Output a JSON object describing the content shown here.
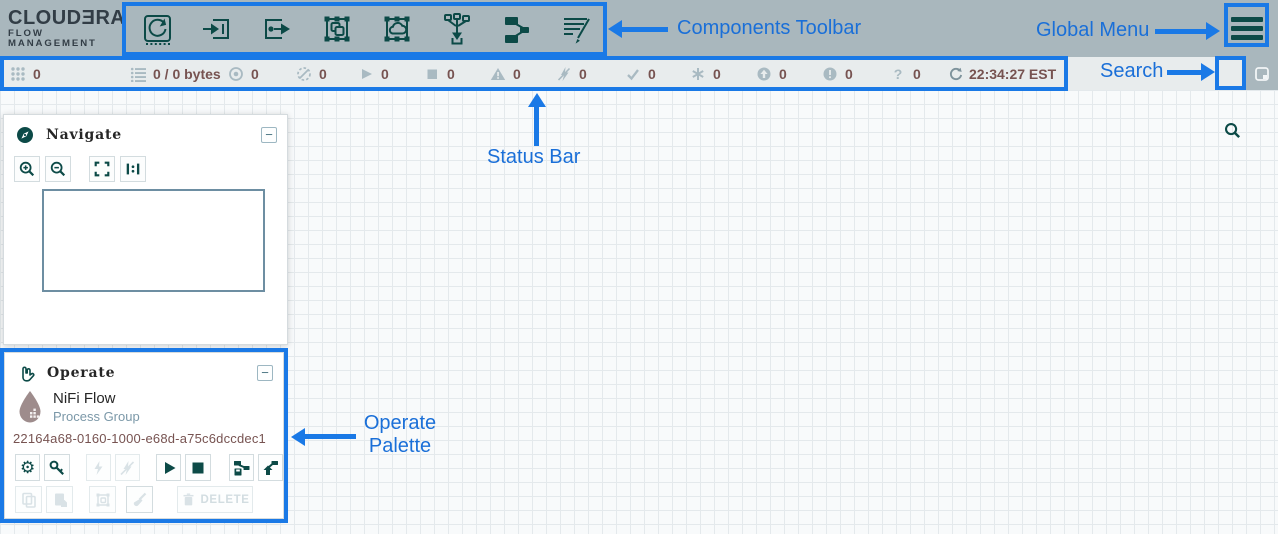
{
  "header": {
    "brand": {
      "line1": "CLOUDƎRA",
      "line2": "FLOW MANAGEMENT"
    },
    "toolbar_components": [
      "processor",
      "input-port",
      "output-port",
      "process-group",
      "remote-process-group",
      "funnel",
      "template",
      "label"
    ]
  },
  "status_bar": {
    "items": [
      {
        "icon": "active-threads",
        "value": "0"
      },
      {
        "icon": "queued",
        "value": "0 / 0 bytes"
      },
      {
        "icon": "transmitting-remote",
        "value": "0"
      },
      {
        "icon": "not-transmitting-remote",
        "value": "0"
      },
      {
        "icon": "running",
        "value": "0"
      },
      {
        "icon": "stopped",
        "value": "0"
      },
      {
        "icon": "invalid",
        "value": "0"
      },
      {
        "icon": "disabled",
        "value": "0"
      },
      {
        "icon": "up-to-date",
        "value": "0"
      },
      {
        "icon": "locally-modified",
        "value": "0"
      },
      {
        "icon": "stale",
        "value": "0"
      },
      {
        "icon": "locally-modified-stale",
        "value": "0"
      },
      {
        "icon": "sync-failure",
        "value": "0"
      }
    ],
    "refresh_time": "22:34:27 EST"
  },
  "navigate": {
    "title": "Navigate"
  },
  "operate": {
    "title": "Operate",
    "flow_name": "NiFi Flow",
    "flow_type": "Process Group",
    "flow_id": "22164a68-0160-1000-e68d-a75c6dccdec1",
    "delete_label": "DELETE"
  },
  "annotations": {
    "components_toolbar": "Components Toolbar",
    "global_menu": "Global Menu",
    "search": "Search",
    "status_bar": "Status Bar",
    "operate_palette_line1": "Operate",
    "operate_palette_line2": "Palette"
  },
  "colors": {
    "annotation_blue": "#1a79e6",
    "brand_teal": "#0c4a47",
    "header_gray": "#a9b7bd",
    "status_value_maroon": "#775351",
    "status_icon_gray": "#a9bac2",
    "flow_drop_mauve": "#9e8c8c"
  }
}
